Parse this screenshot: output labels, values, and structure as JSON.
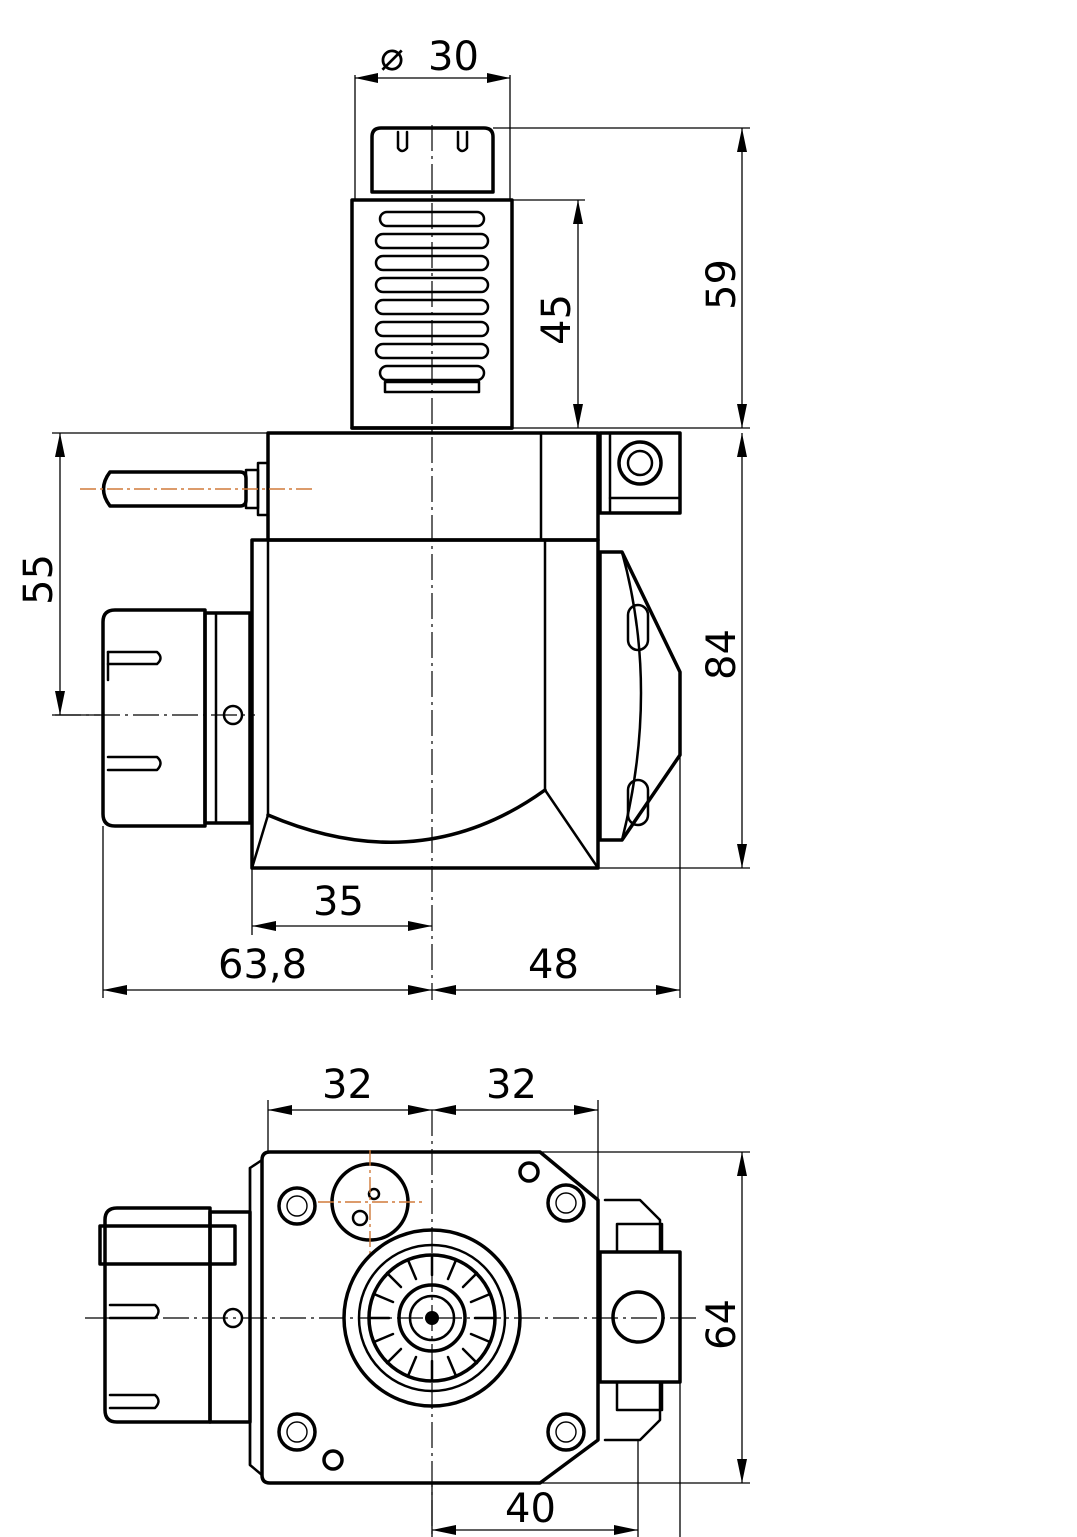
{
  "drawing": {
    "dimensions": {
      "diameter_symbol": "⌀",
      "d_top_diameter": "30",
      "d_top_height_total": "59",
      "d_top_height_shank": "45",
      "d_left_height": "55",
      "d_right_height": "84",
      "d_width_35": "35",
      "d_width_63": "63,8",
      "d_width_48": "48",
      "d_bottom_32_left": "32",
      "d_bottom_32_right": "32",
      "d_bottom_64": "64",
      "d_bottom_40": "40"
    }
  }
}
